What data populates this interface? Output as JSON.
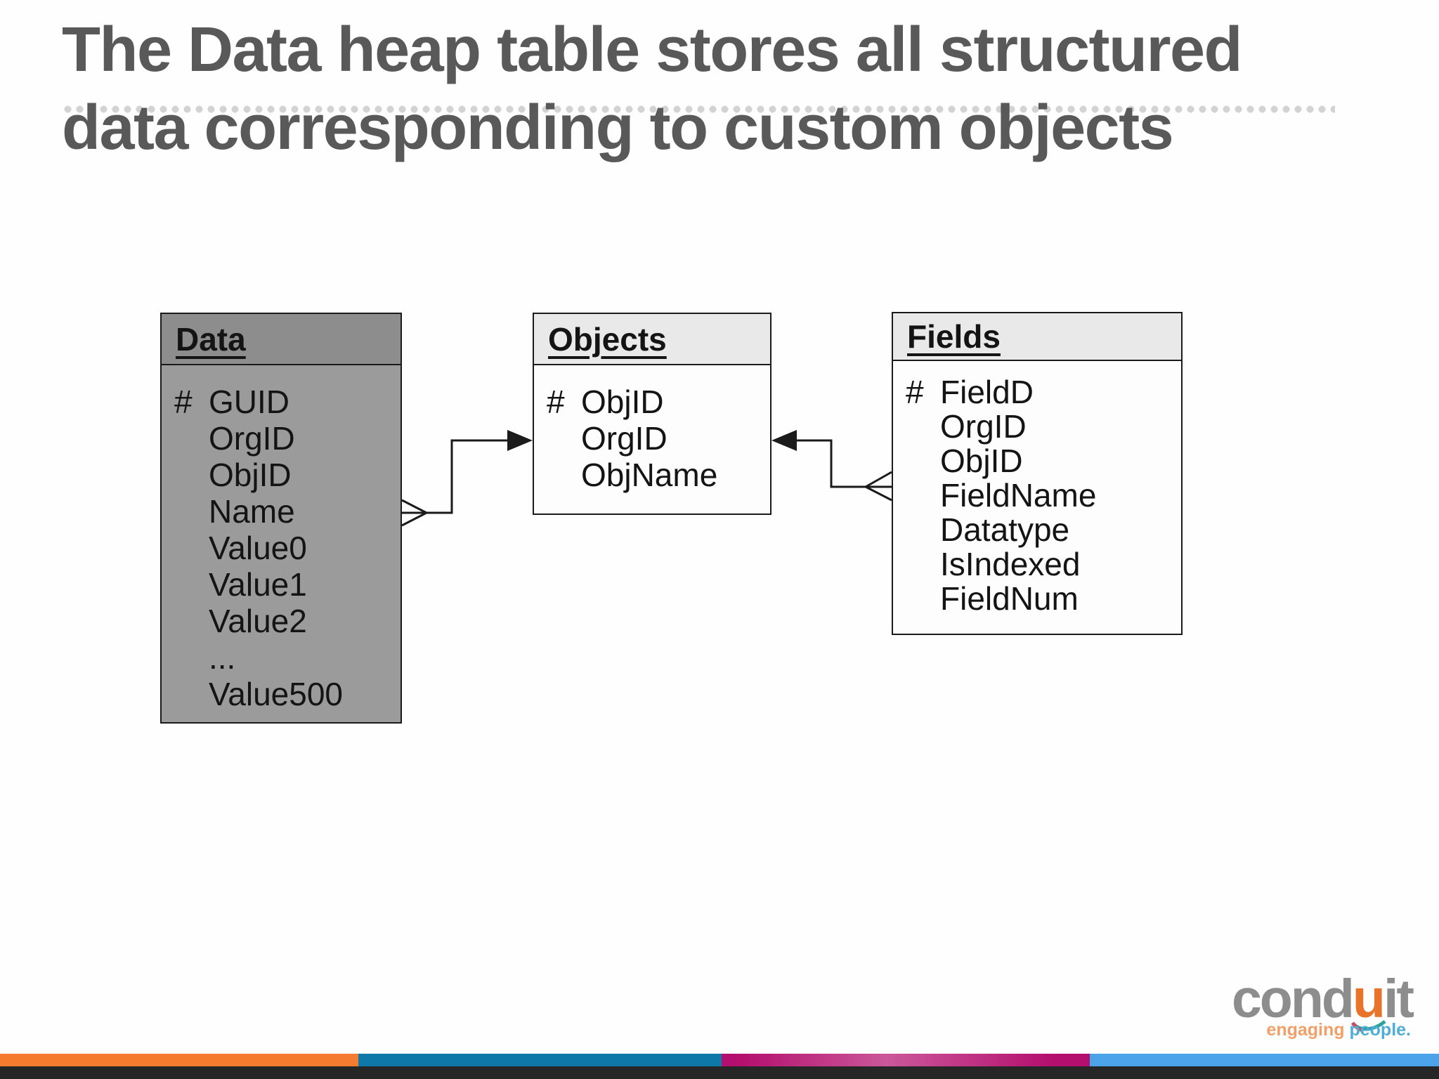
{
  "title": {
    "line1": "The Data heap table stores all structured",
    "line2": "data corresponding to custom objects"
  },
  "diagram": {
    "tables": [
      {
        "id": "data",
        "title": "Data",
        "rows": [
          {
            "pk": "#",
            "name": "GUID"
          },
          {
            "name": "OrgID"
          },
          {
            "name": "ObjID"
          },
          {
            "name": "Name"
          },
          {
            "name": "Value0"
          },
          {
            "name": "Value1"
          },
          {
            "name": "Value2"
          },
          {
            "name": "..."
          },
          {
            "name": "Value500"
          }
        ]
      },
      {
        "id": "objects",
        "title": "Objects",
        "rows": [
          {
            "pk": "#",
            "name": "ObjID"
          },
          {
            "name": "OrgID"
          },
          {
            "name": "ObjName"
          }
        ]
      },
      {
        "id": "fields",
        "title": "Fields",
        "rows": [
          {
            "pk": "#",
            "name": "FieldD"
          },
          {
            "name": "OrgID"
          },
          {
            "name": "ObjID"
          },
          {
            "name": "FieldName"
          },
          {
            "name": "Datatype"
          },
          {
            "name": "IsIndexed"
          },
          {
            "name": "FieldNum"
          }
        ]
      }
    ],
    "relationships": [
      {
        "from": "Data",
        "to": "Objects",
        "from_symbol": "crow-foot-many",
        "to_symbol": "filled-arrow"
      },
      {
        "from": "Fields",
        "to": "Objects",
        "from_symbol": "crow-foot-many",
        "to_symbol": "filled-arrow"
      }
    ]
  },
  "logo": {
    "part1": "cond",
    "part2": "u",
    "part3": "it",
    "tagline_word1": "engaging ",
    "tagline_word2": "people."
  },
  "colors": {
    "title_text": "#595959",
    "dotted_line": "#d3d3d3",
    "table_border": "#1b1b1b",
    "data_header_bg": "#8d8d8d",
    "data_body_bg": "#9b9b9b",
    "light_header_bg": "#e9e9e9",
    "light_body_bg": "#fdfdfd",
    "logo_gray": "#8d8d8d",
    "logo_orange_u": "#e8732a",
    "logo_swoosh_teal": "#2ba19e",
    "logo_swoosh_red": "#cf4a5e",
    "tagline_orange": "#f0a068",
    "tagline_blue": "#4fadd6",
    "stripe1_orange": "#f47b30",
    "stripe2_blue": "#0e78a8",
    "stripe3_magenta": "#b40f6e",
    "stripe4_lightblue": "#4ba3ea",
    "stripe_dark": "#262626"
  }
}
